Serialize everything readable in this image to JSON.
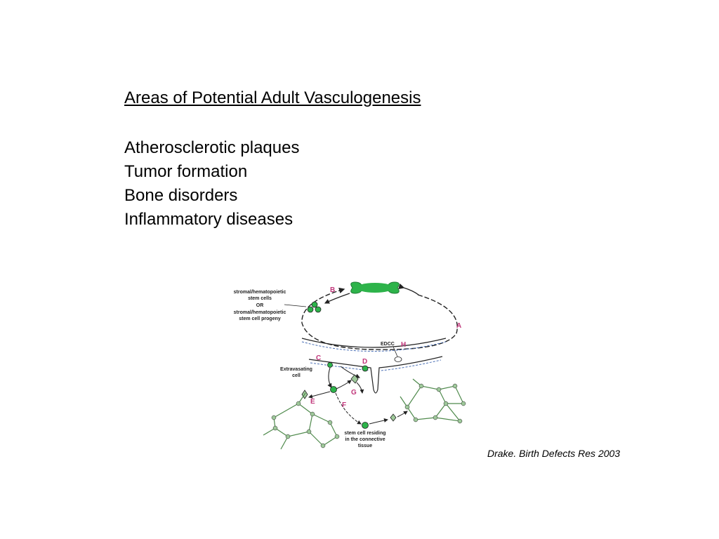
{
  "slide": {
    "title": "Areas of Potential Adult Vasculogenesis",
    "items": [
      "Atherosclerotic plaques",
      "Tumor formation",
      "Bone disorders",
      "Inflammatory diseases"
    ],
    "citation": "Drake. Birth Defects Res 2003"
  },
  "figure": {
    "labels": {
      "stem_cells_line1": "stromal/hematopoietic",
      "stem_cells_line2": "stem cells",
      "stem_cells_line3": "OR",
      "stem_cells_line4": "stromal/hematopoietic",
      "stem_cells_line5": "stem cell progeny",
      "edcc": "EDCC",
      "extravasating_line1": "Extravasating",
      "extravasating_line2": "cell",
      "residing_line1": "stem cell residing",
      "residing_line2": "in the connective",
      "residing_line3": "tissue"
    },
    "letters": {
      "a": "A",
      "b": "B",
      "c": "C",
      "d": "D",
      "e": "E",
      "f": "F",
      "g": "G",
      "h": "H"
    },
    "colors": {
      "bone": "#2db34a",
      "cell": "#2db34a",
      "letter": "#c0367a",
      "line": "#222222"
    }
  }
}
